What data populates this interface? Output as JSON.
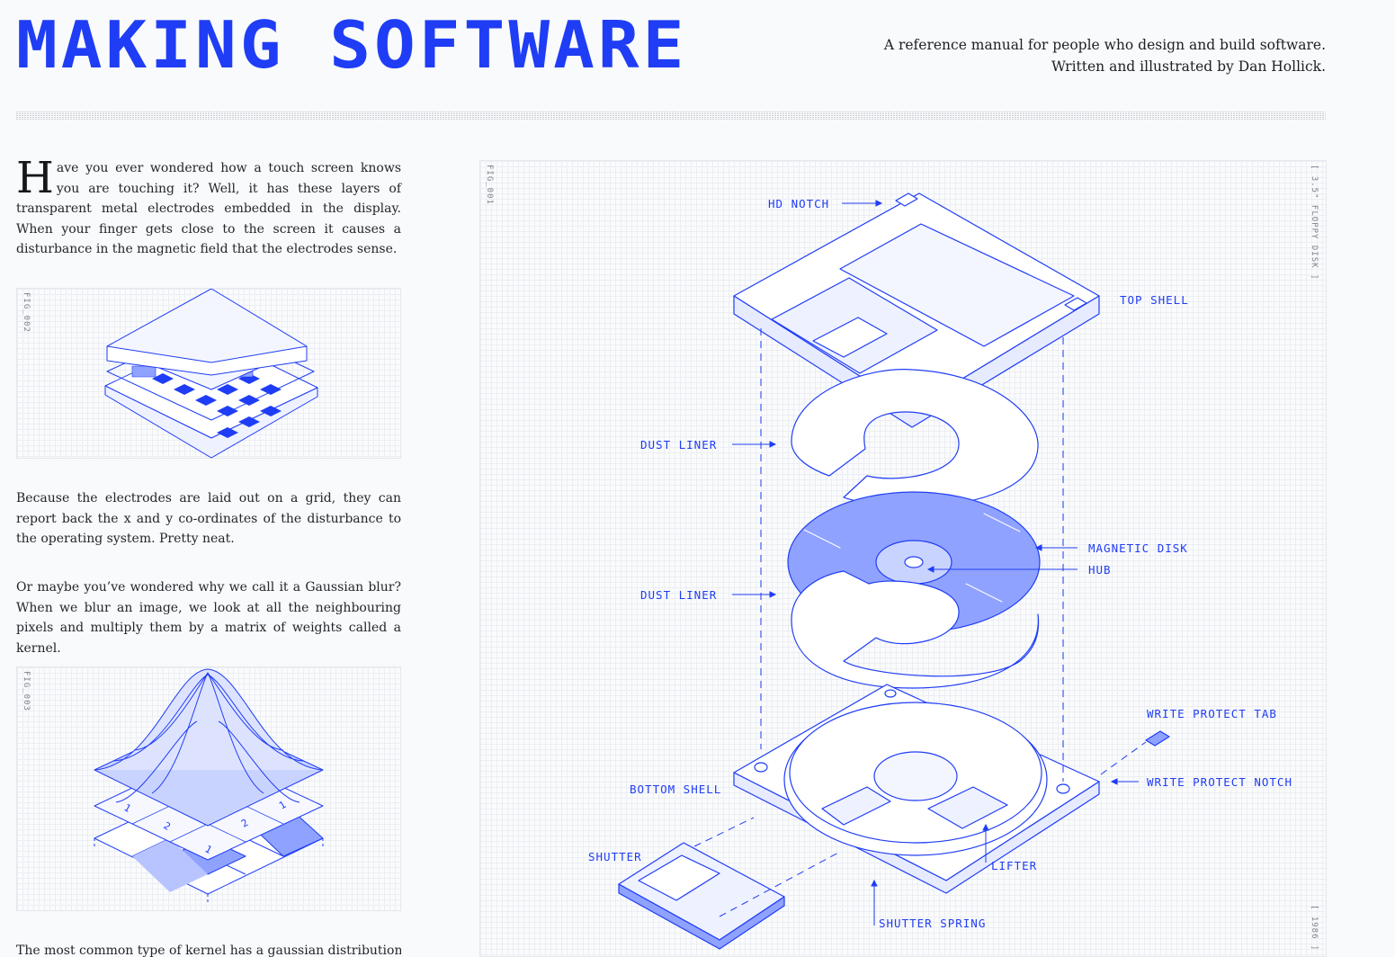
{
  "header": {
    "title": "MAKING SOFTWARE",
    "tagline_line1": "A reference manual for people who design and build software.",
    "tagline_line2": "Written and illustrated by Dan Hollick."
  },
  "article": {
    "intro_dropcap": "H",
    "intro_rest": "ave you ever wondered how a touch screen knows you are touching it? Well, it has these layers of transparent metal electrodes embedded in the display. When your finger gets close to the screen it causes a disturbance in the magnetic field that the electrodes sense.",
    "para2": "Because the electrodes are laid out on a grid, they can report back the x and y co-ordinates of the disturbance to the operating system. Pretty neat.",
    "para3": "Or maybe you’ve wondered why we call it a Gaussian blur? When we blur an image, we look at all the neighbouring pixels and multiply them by a matrix of weights called a kernel.",
    "para4": "The most common type of kernel has a gaussian distribution,"
  },
  "figures": {
    "fig1_label": "FIG_001",
    "fig2_label": "FIG_002",
    "fig3_label": "FIG_003",
    "fig1_caption": "[ 3.5\" FLOPPY DISK ]",
    "fig1_year": "[ 1986 ]",
    "kernel_values": [
      "1",
      "2",
      "2",
      "1",
      "1"
    ]
  },
  "callouts": {
    "hd_notch": "HD NOTCH",
    "top_shell": "TOP SHELL",
    "dust_liner_1": "DUST LINER",
    "magnetic_disk": "MAGNETIC DISK",
    "hub": "HUB",
    "dust_liner_2": "DUST LINER",
    "write_protect_tab": "WRITE PROTECT TAB",
    "write_protect_notch": "WRITE PROTECT NOTCH",
    "bottom_shell": "BOTTOM SHELL",
    "shutter": "SHUTTER",
    "lifter": "LIFTER",
    "shutter_spring": "SHUTTER SPRING"
  },
  "colors": {
    "accent": "#1f3df5",
    "accent_fill": "#8fa2ff",
    "background": "#f9fafb"
  }
}
